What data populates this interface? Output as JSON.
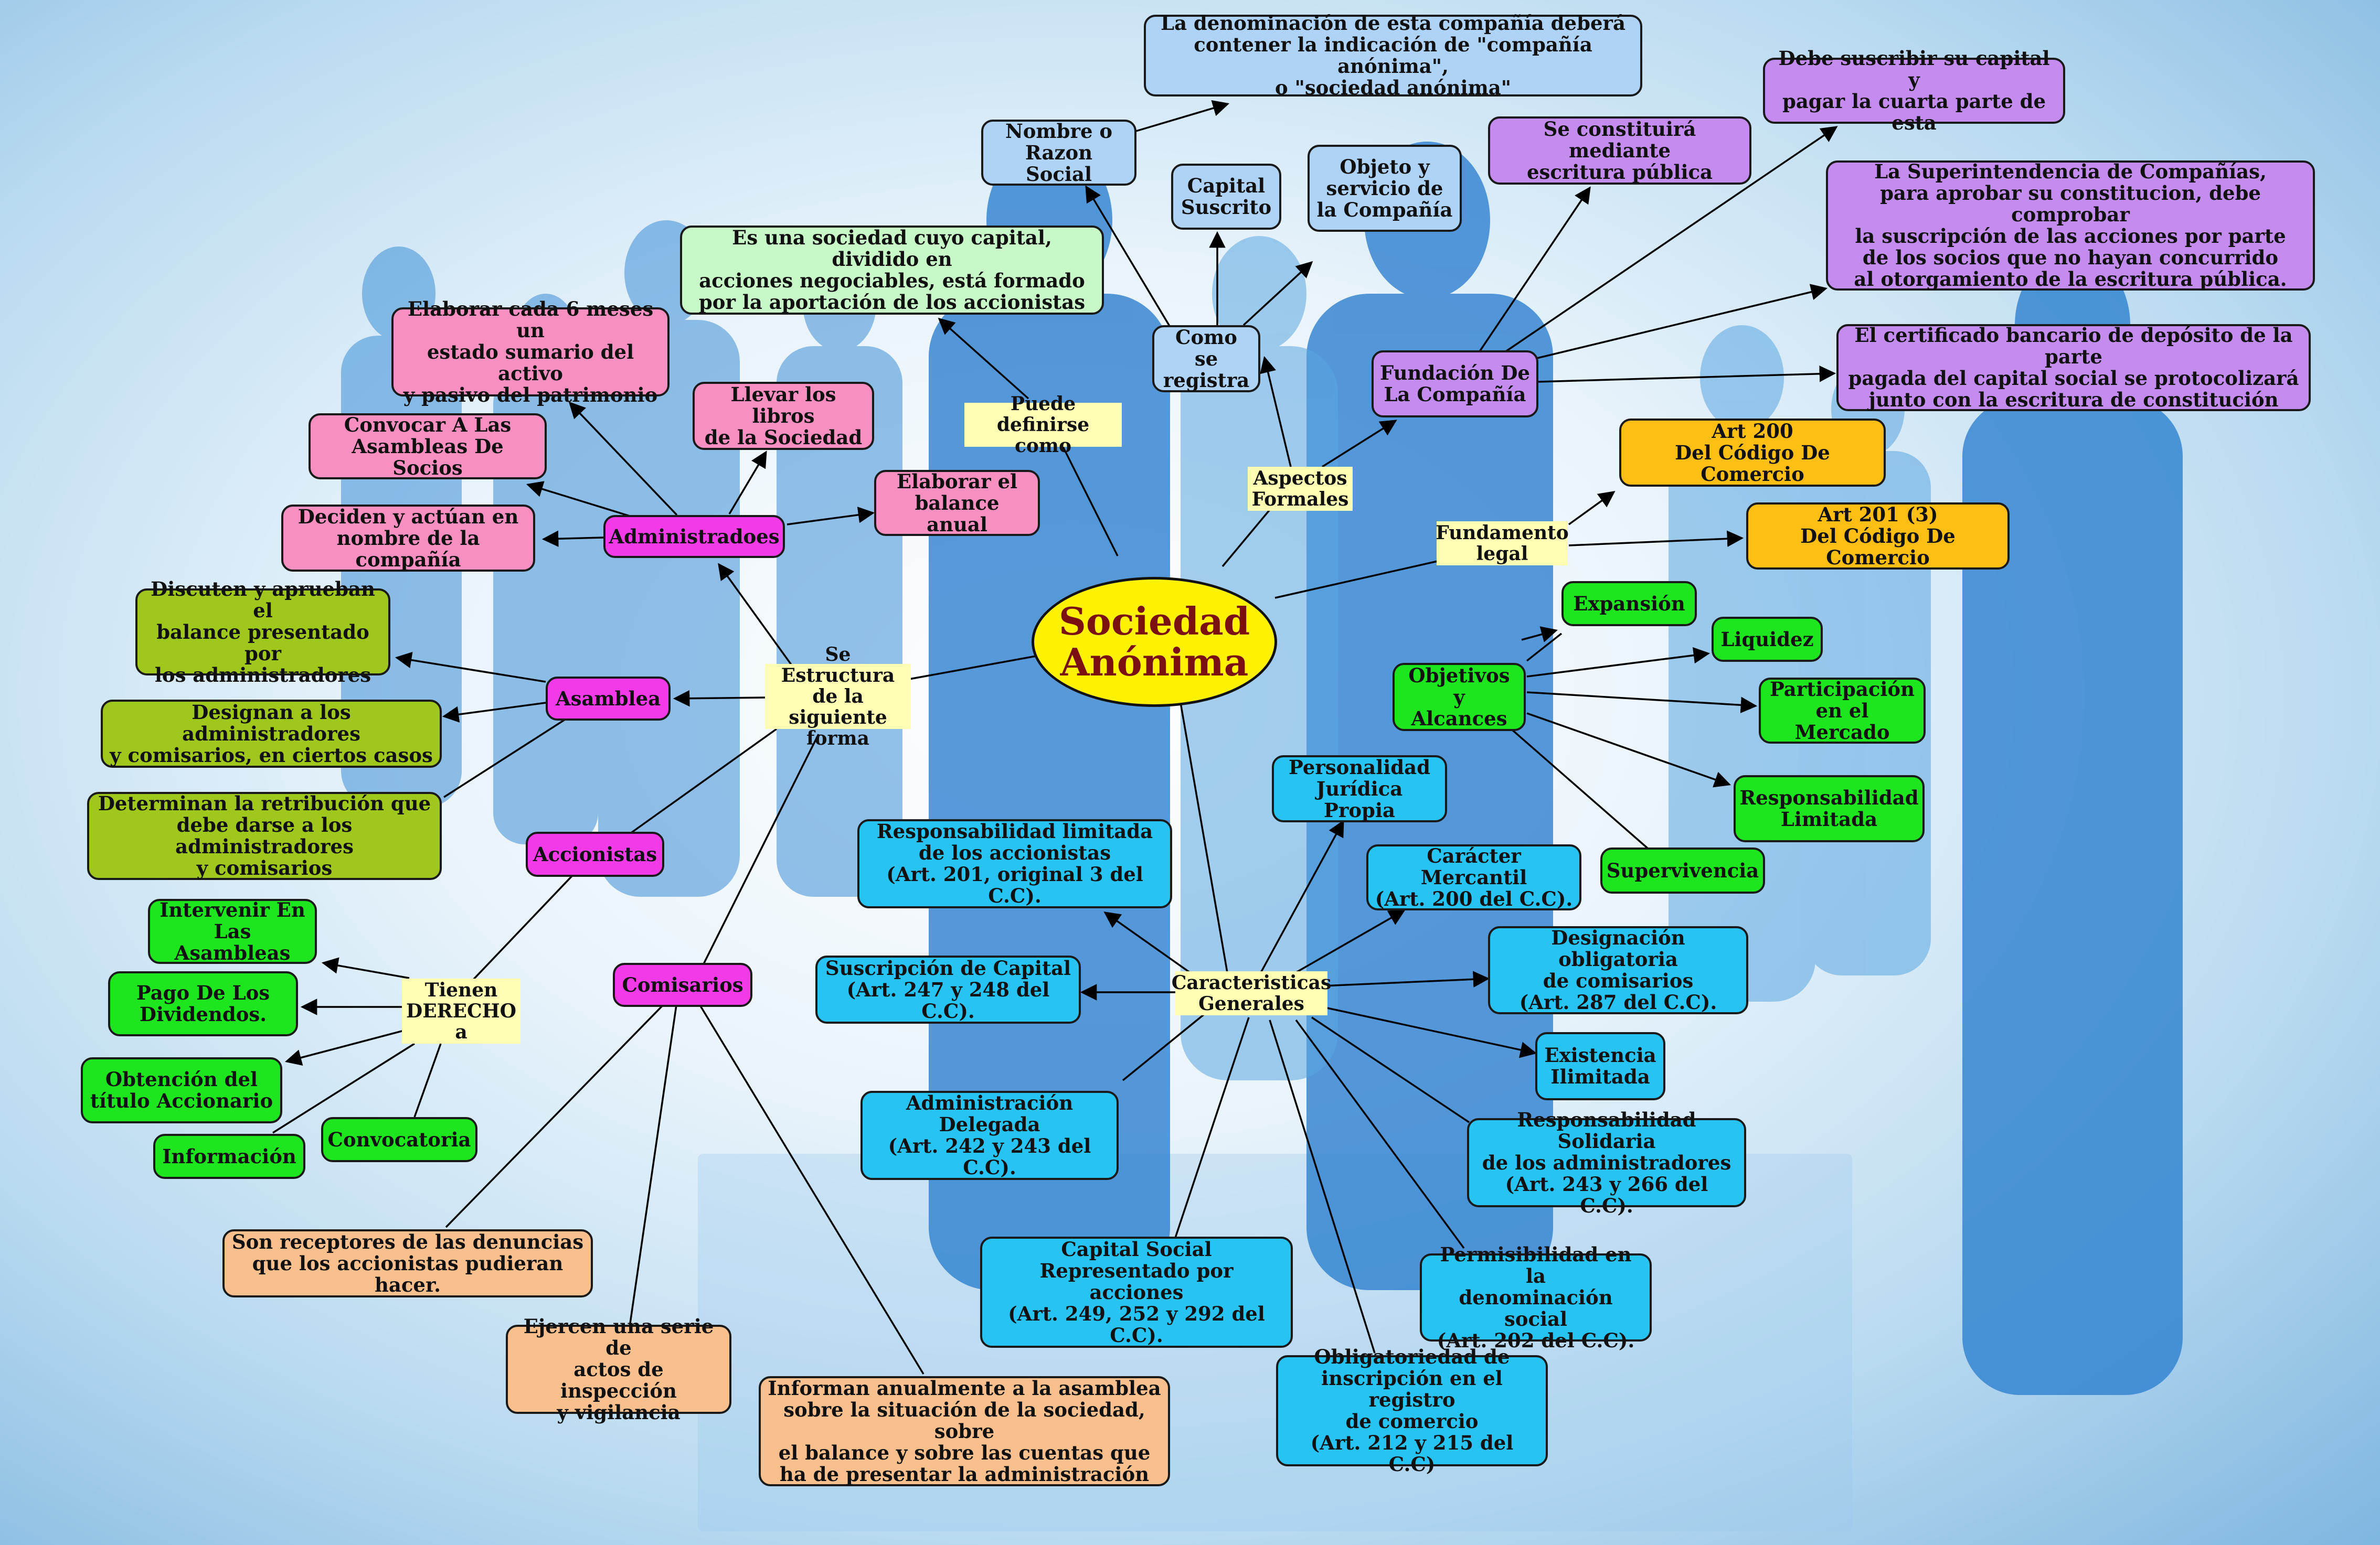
{
  "center": "Sociedad\nAnónima",
  "labels": {
    "puede": "Puede definirse\ncomo",
    "aspectos": "Aspectos\nFormales",
    "fundamento": "Fundamento\nlegal",
    "estructura": "Se Estructura\nde la siguiente\nforma",
    "caracteristicas": "Caracteristicas\nGenerales",
    "tienen": "Tienen\nDERECHO\na"
  },
  "nodes": {
    "denominacion": "La denominación de esta compañía deberá\ncontener la indicación de \"compañía anónima\",\no \"sociedad anónima\"",
    "nombre": "Nombre o\nRazon Social",
    "capital_suscrito": "Capital\nSuscrito",
    "objeto": "Objeto y\nservicio de\nla Compañía",
    "como_registra": "Como se\nregistra",
    "definicion": "Es una sociedad cuyo capital, dividido en\nacciones negociables, está formado\npor la aportación de los accionistas",
    "escritura": "Se constituirá mediante\nescritura pública",
    "suscribir": "Debe suscribir su capital y\npagar la cuarta parte de esta",
    "superintendencia": "La Superintendencia de Compañías,\npara aprobar su constitucion, debe  comprobar\nla suscripción de las acciones por parte\nde los socios que no hayan concurrido\nal otorgamiento de la escritura pública.",
    "certificado": "El certificado bancario de depósito de la parte\npagada del capital social se protocolizará\njunto con la escritura de constitución",
    "fundacion": "Fundación De\nLa Compañía",
    "art200": "Art 200\nDel Código De Comercio",
    "art201": "Art 201 (3)\nDel Código De Comercio",
    "expansion": "Expansión",
    "liquidez": "Liquidez",
    "participacion": "Participación\nen el Mercado",
    "resp_limitada": "Responsabilidad\nLimitada",
    "supervivencia": "Supervivencia",
    "objetivos": "Objetivos y\nAlcances",
    "elaborar_meses": "Elaborar cada 6 meses un\nestado sumario del activo\ny pasivo del patrimonio",
    "llevar_libros": "Llevar los libros\nde la Sociedad",
    "convocar": "Convocar A Las\nAsambleas De Socios",
    "elaborar_balance": "Elaborar el\nbalance anual",
    "deciden": "Deciden y actúan en\nnombre de la compañía",
    "administradores": "Administradoes",
    "discuten": "Discuten y aprueban el\nbalance presentado por\nlos administradores",
    "asamblea": "Asamblea",
    "designan": "Designan a los administradores\ny comisarios, en ciertos casos",
    "determinan": "Determinan la retribución que\ndebe darse a los administradores\ny comisarios",
    "accionistas": "Accionistas",
    "intervenir": "Intervenir En\nLas Asambleas",
    "pago": "Pago De Los\nDividendos.",
    "obtencion": "Obtención del\ntítulo Accionario",
    "informacion": "Información",
    "convocatoria": "Convocatoria",
    "comisarios": "Comisarios",
    "receptores": "Son receptores de las denuncias\nque los accionistas pudieran hacer.",
    "ejercen": "Ejercen una serie de\nactos de inspección\ny vigilancia",
    "informan": "Informan anualmente a la asamblea\nsobre la situación de la sociedad, sobre\nel balance y sobre las cuentas que\nha de presentar la administración",
    "personalidad": "Personalidad\nJurídica Propia",
    "resp_accionistas": "Responsabilidad limitada\nde los accionistas\n(Art. 201, original 3 del C.C).",
    "caracter": "Carácter Mercantil\n(Art. 200 del C.C).",
    "designacion": "Designación obligatoria\nde comisarios\n(Art. 287 del C.C).",
    "suscripcion": "Suscripción de Capital\n(Art. 247 y 248 del C.C).",
    "existencia": "Existencia\nIlimitada",
    "administracion": "Administración\nDelegada\n(Art. 242 y 243 del C.C).",
    "resp_solidaria": "Responsabilidad Solidaria\nde los administradores\n(Art. 243 y 266 del C.C).",
    "capital_social": "Capital Social\nRepresentado por\nacciones\n(Art. 249, 252 y 292 del C.C).",
    "permisibilidad": "Permisibilidad en la\ndenominación social\n(Art. 202 del C.C).",
    "obligatoriedad": "Obligatoriedad de\ninscripción en el registro\nde comercio\n(Art. 212 y 215 del C.C)"
  }
}
